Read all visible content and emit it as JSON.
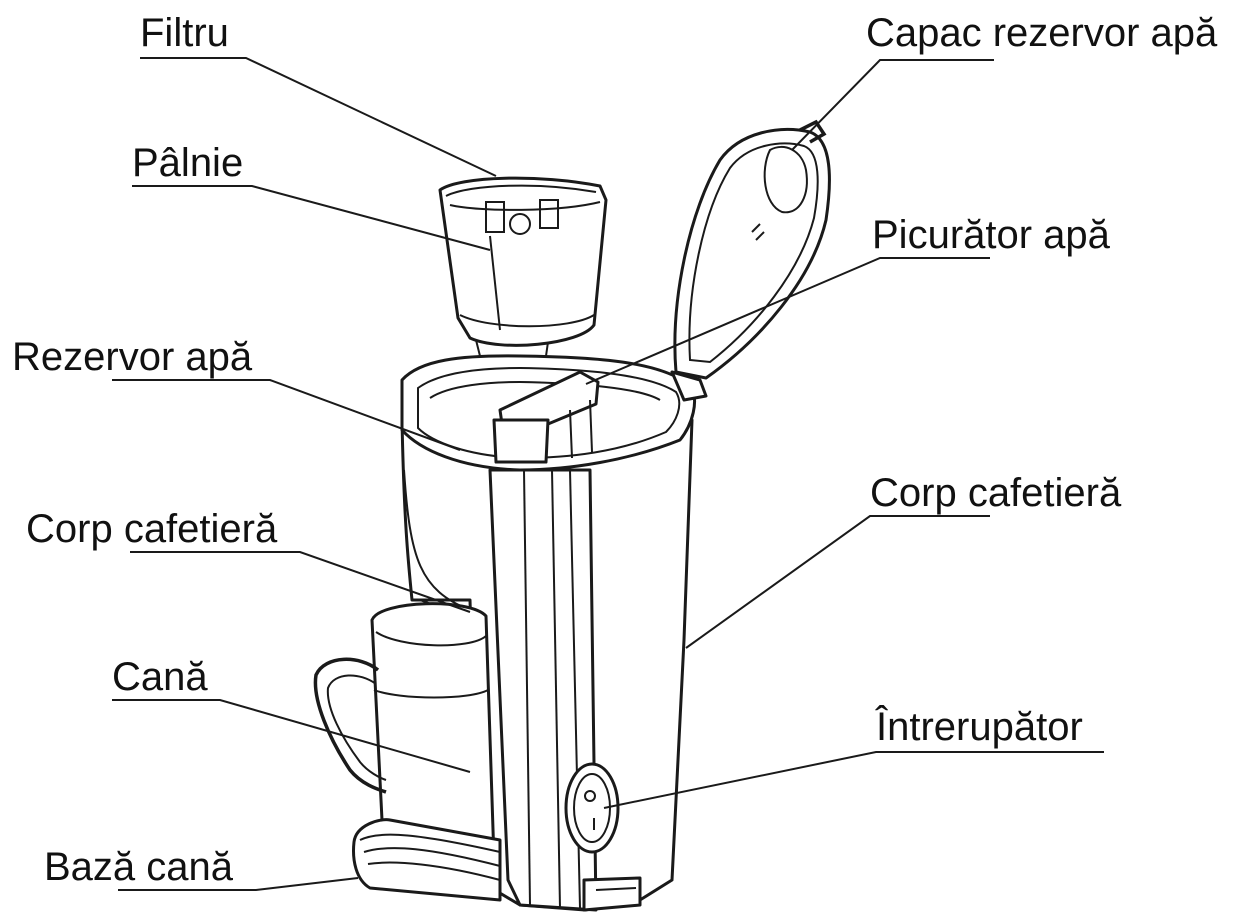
{
  "labels": {
    "filtru": "Filtru",
    "palnie": "Pâlnie",
    "rezervor_apa": "Rezervor apă",
    "corp_cafetiera_left": "Corp cafetieră",
    "cana": "Cană",
    "baza_cana": "Bază cană",
    "capac_rezervor_apa": "Capac rezervor apă",
    "picurator_apa": "Picurător apă",
    "corp_cafetiera_right": "Corp cafetieră",
    "intrerupator": "Întrerupător"
  },
  "colors": {
    "ink": "#1a1a1a",
    "background": "#ffffff"
  }
}
